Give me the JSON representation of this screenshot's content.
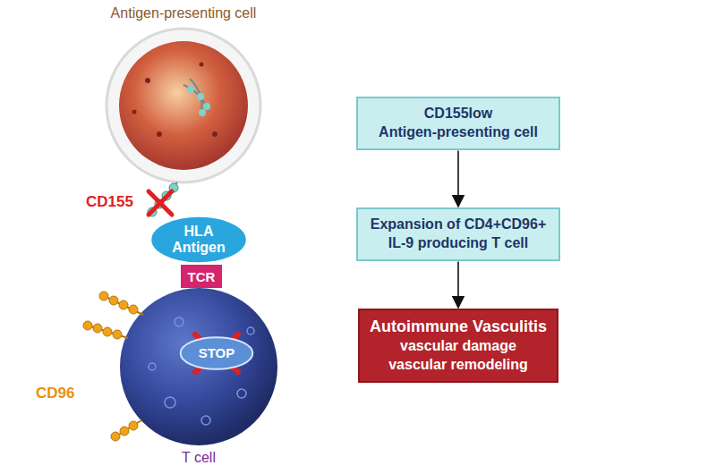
{
  "diagram": {
    "nodes": [
      {
        "text": [
          "CD155low",
          "Antigen-presenting cell"
        ]
      },
      {
        "text": [
          "Expansion of CD4+CD96+",
          "IL-9 producing T cell"
        ]
      },
      {
        "text": [
          "Autoimmune Vasculitis",
          "vascular damage",
          "vascular remodeling"
        ]
      },
      {
        "text": [
          "HLA Antigen"
        ]
      },
      {
        "text": [
          "TCR"
        ]
      },
      {
        "text": [
          "STOP"
        ]
      }
    ],
    "edges": [
      {
        "from": 0,
        "to": 1,
        "arrow": "to"
      },
      {
        "from": 1,
        "to": 2,
        "arrow": "to"
      }
    ],
    "labels": [
      "Antigen-presenting cell",
      "CD155",
      "CD96",
      "T cell"
    ]
  }
}
